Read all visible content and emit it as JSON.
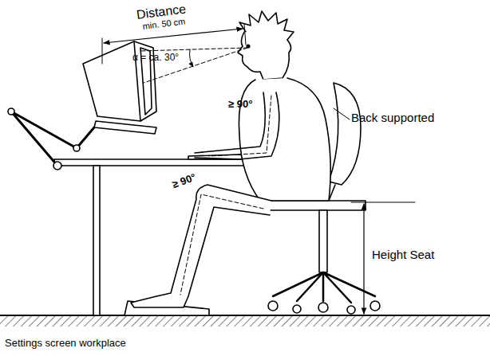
{
  "diagram": {
    "caption": "Settings screen workplace",
    "labels": [
      "Distance",
      "min. 50 cm",
      "α = ca. 30°",
      "≥ 90°",
      "Back supported",
      "≥ 90°",
      "Height Seat"
    ]
  }
}
